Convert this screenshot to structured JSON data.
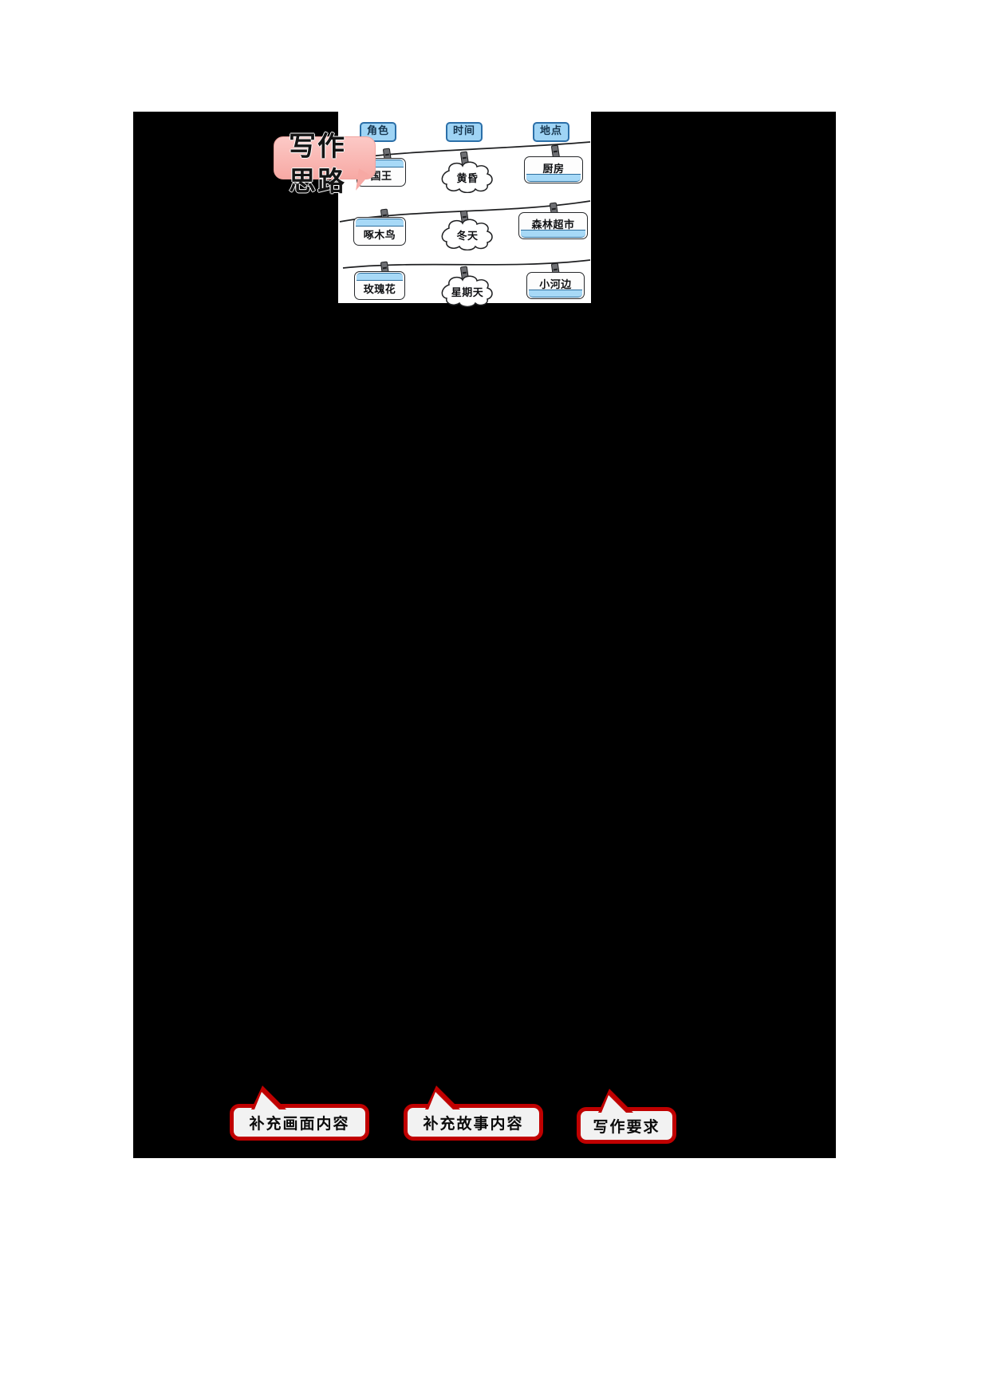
{
  "page": {
    "background": "#ffffff",
    "slide_background": "#000000"
  },
  "idea_callout": {
    "label": "写作\n思路",
    "fill": "#f7a9a4"
  },
  "diagram": {
    "columns": [
      {
        "id": "role",
        "label": "角色"
      },
      {
        "id": "time",
        "label": "时间"
      },
      {
        "id": "place",
        "label": "地点"
      }
    ],
    "column_chip_fill": "#9fd4f5",
    "column_chip_border": "#2b6fa8",
    "rows": [
      {
        "role": "国王",
        "time": "黄昏",
        "place": "厨房"
      },
      {
        "role": "啄木鸟",
        "time": "冬天",
        "place": "森林超市"
      },
      {
        "role": "玫瑰花",
        "time": "星期天",
        "place": "小河边"
      }
    ]
  },
  "bottom_callouts": [
    {
      "id": "scene",
      "label": "补充画面内容"
    },
    {
      "id": "story",
      "label": "补充故事内容"
    },
    {
      "id": "req",
      "label": "写作要求"
    }
  ],
  "colors": {
    "callout_red": "#c00000",
    "card_blue": "#a7d9f7",
    "card_border": "#26282b"
  }
}
